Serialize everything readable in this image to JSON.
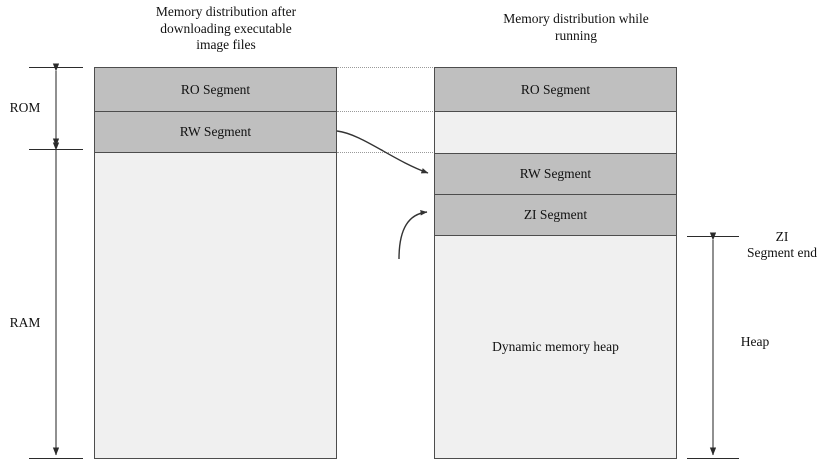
{
  "figure": {
    "kind": "memory-layout-diagram",
    "colors": {
      "segment_fill": "#bfbfbf",
      "empty_fill": "#f0f0f0",
      "outline": "#4d4d4d",
      "guide_line": "#9a9a9a",
      "arrow": "#2b2b2b",
      "background": "#ffffff"
    }
  },
  "titles": {
    "left": "Memory distribution after\ndownloading executable\nimage files",
    "right": "Memory distribution while\nrunning"
  },
  "left_map": {
    "segments": [
      {
        "label": "RO Segment",
        "fill": "segment"
      },
      {
        "label": "RW Segment",
        "fill": "segment"
      },
      {
        "label": "",
        "fill": "empty"
      }
    ]
  },
  "right_map": {
    "segments": [
      {
        "label": "RO Segment",
        "fill": "segment"
      },
      {
        "label": "",
        "fill": "empty"
      },
      {
        "label": "RW Segment",
        "fill": "segment"
      },
      {
        "label": "ZI Segment",
        "fill": "segment"
      },
      {
        "label": "Dynamic memory heap",
        "fill": "empty"
      }
    ]
  },
  "measures": {
    "rom": "ROM",
    "ram": "RAM",
    "zi_segment_end": "ZI\nSegment end",
    "heap": "Heap"
  }
}
